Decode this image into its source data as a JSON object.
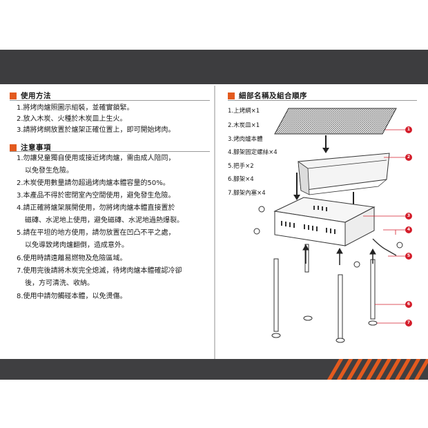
{
  "usage": {
    "title": "使用方法",
    "items": [
      "1.將烤肉爐照圖示組裝，並確實鎖緊。",
      "2.放入木炭、火種於木炭皿上生火。",
      "3.請將烤網放置於爐架正確位置上，即可開始烤肉。"
    ]
  },
  "notes": {
    "title": "注意事項",
    "items": [
      "1.勿讓兒童獨自使用或接近烤肉爐，需由成人陪同，",
      "以免發生危險。",
      "2.木炭使用數量請勿超過烤肉爐本體容量的50%。",
      "3.本產品不得於密閉室內空間使用，避免發生危險。",
      "4.請正確將爐架展開使用，勿將烤肉爐本體直接置於",
      "磁磚、水泥地上使用，避免磁磚、水泥地過熱爆裂。",
      "5.請在平坦的地方使用，請勿放置在凹凸不平之處，",
      "以免導致烤肉爐翻倒，造成意外。",
      "6.使用時請遠離易燃物及危險區域。",
      "7.使用完後請將木炭完全熄滅，待烤肉爐本體確認冷卻",
      "後，方可清洗、收納。",
      "8.使用中請勿觸碰本體，以免燙傷。"
    ]
  },
  "parts": {
    "title": "細部名稱及組合順序",
    "items": [
      "1.上烤網×1",
      "2.木炭皿×1",
      "3.烤肉爐本體",
      "4.腳架固定螺絲×4",
      "5.把手×2",
      "6.腳架×4",
      "7.腳架內塞×4"
    ],
    "callouts": [
      "1",
      "2",
      "3",
      "4",
      "5",
      "6",
      "7"
    ]
  },
  "colors": {
    "accent": "#e35a1e",
    "callout": "#d41e2b",
    "dark_bar": "#3d3d3f"
  }
}
